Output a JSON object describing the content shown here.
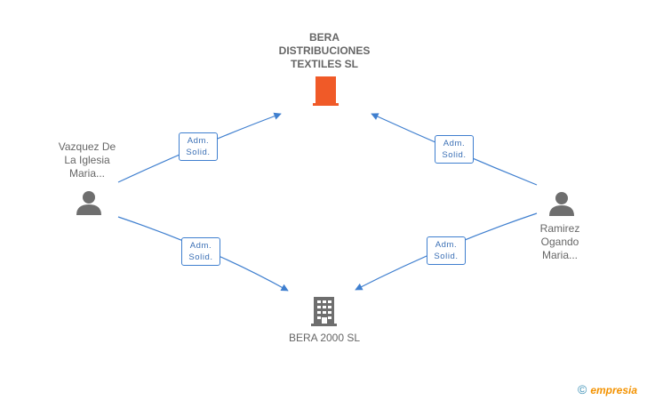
{
  "nodes": {
    "company_top": {
      "lines": [
        "BERA",
        "DISTRIBUCIONES",
        "TEXTILES SL"
      ],
      "color": "#f05a28"
    },
    "company_bottom": {
      "lines": [
        "BERA 2000 SL"
      ],
      "color": "#6e6e6e"
    },
    "person_left": {
      "lines": [
        "Vazquez De",
        "La Iglesia",
        "Maria..."
      ],
      "color": "#6e6e6e"
    },
    "person_right": {
      "lines": [
        "Ramirez",
        "Ogando",
        "Maria..."
      ],
      "color": "#6e6e6e"
    }
  },
  "edges": [
    {
      "from": "person_left",
      "to": "company_top",
      "role": [
        "Adm.",
        "Solid."
      ]
    },
    {
      "from": "person_right",
      "to": "company_top",
      "role": [
        "Adm.",
        "Solid."
      ]
    },
    {
      "from": "person_left",
      "to": "company_bottom",
      "role": [
        "Adm.",
        "Solid."
      ]
    },
    {
      "from": "person_right",
      "to": "company_bottom",
      "role": [
        "Adm.",
        "Solid."
      ]
    }
  ],
  "edge_color": "#3f7fcf",
  "footer": {
    "copyright_symbol": "©",
    "brand": "empresia"
  }
}
